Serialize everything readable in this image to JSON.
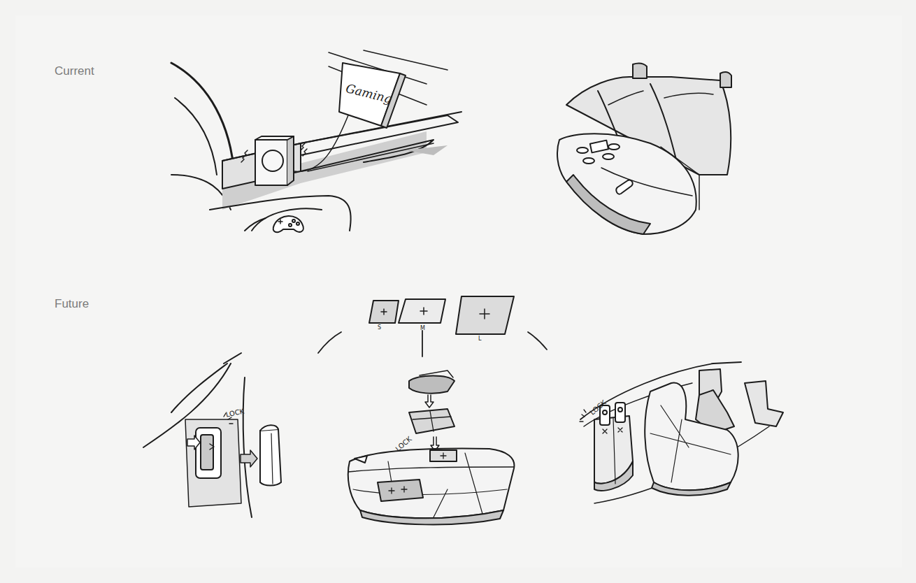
{
  "diagram": {
    "labels": [
      "Current",
      "Future",
      "Gaming",
      "S",
      "M",
      "L",
      "LOCK",
      "LOCK",
      "LOCK"
    ]
  }
}
